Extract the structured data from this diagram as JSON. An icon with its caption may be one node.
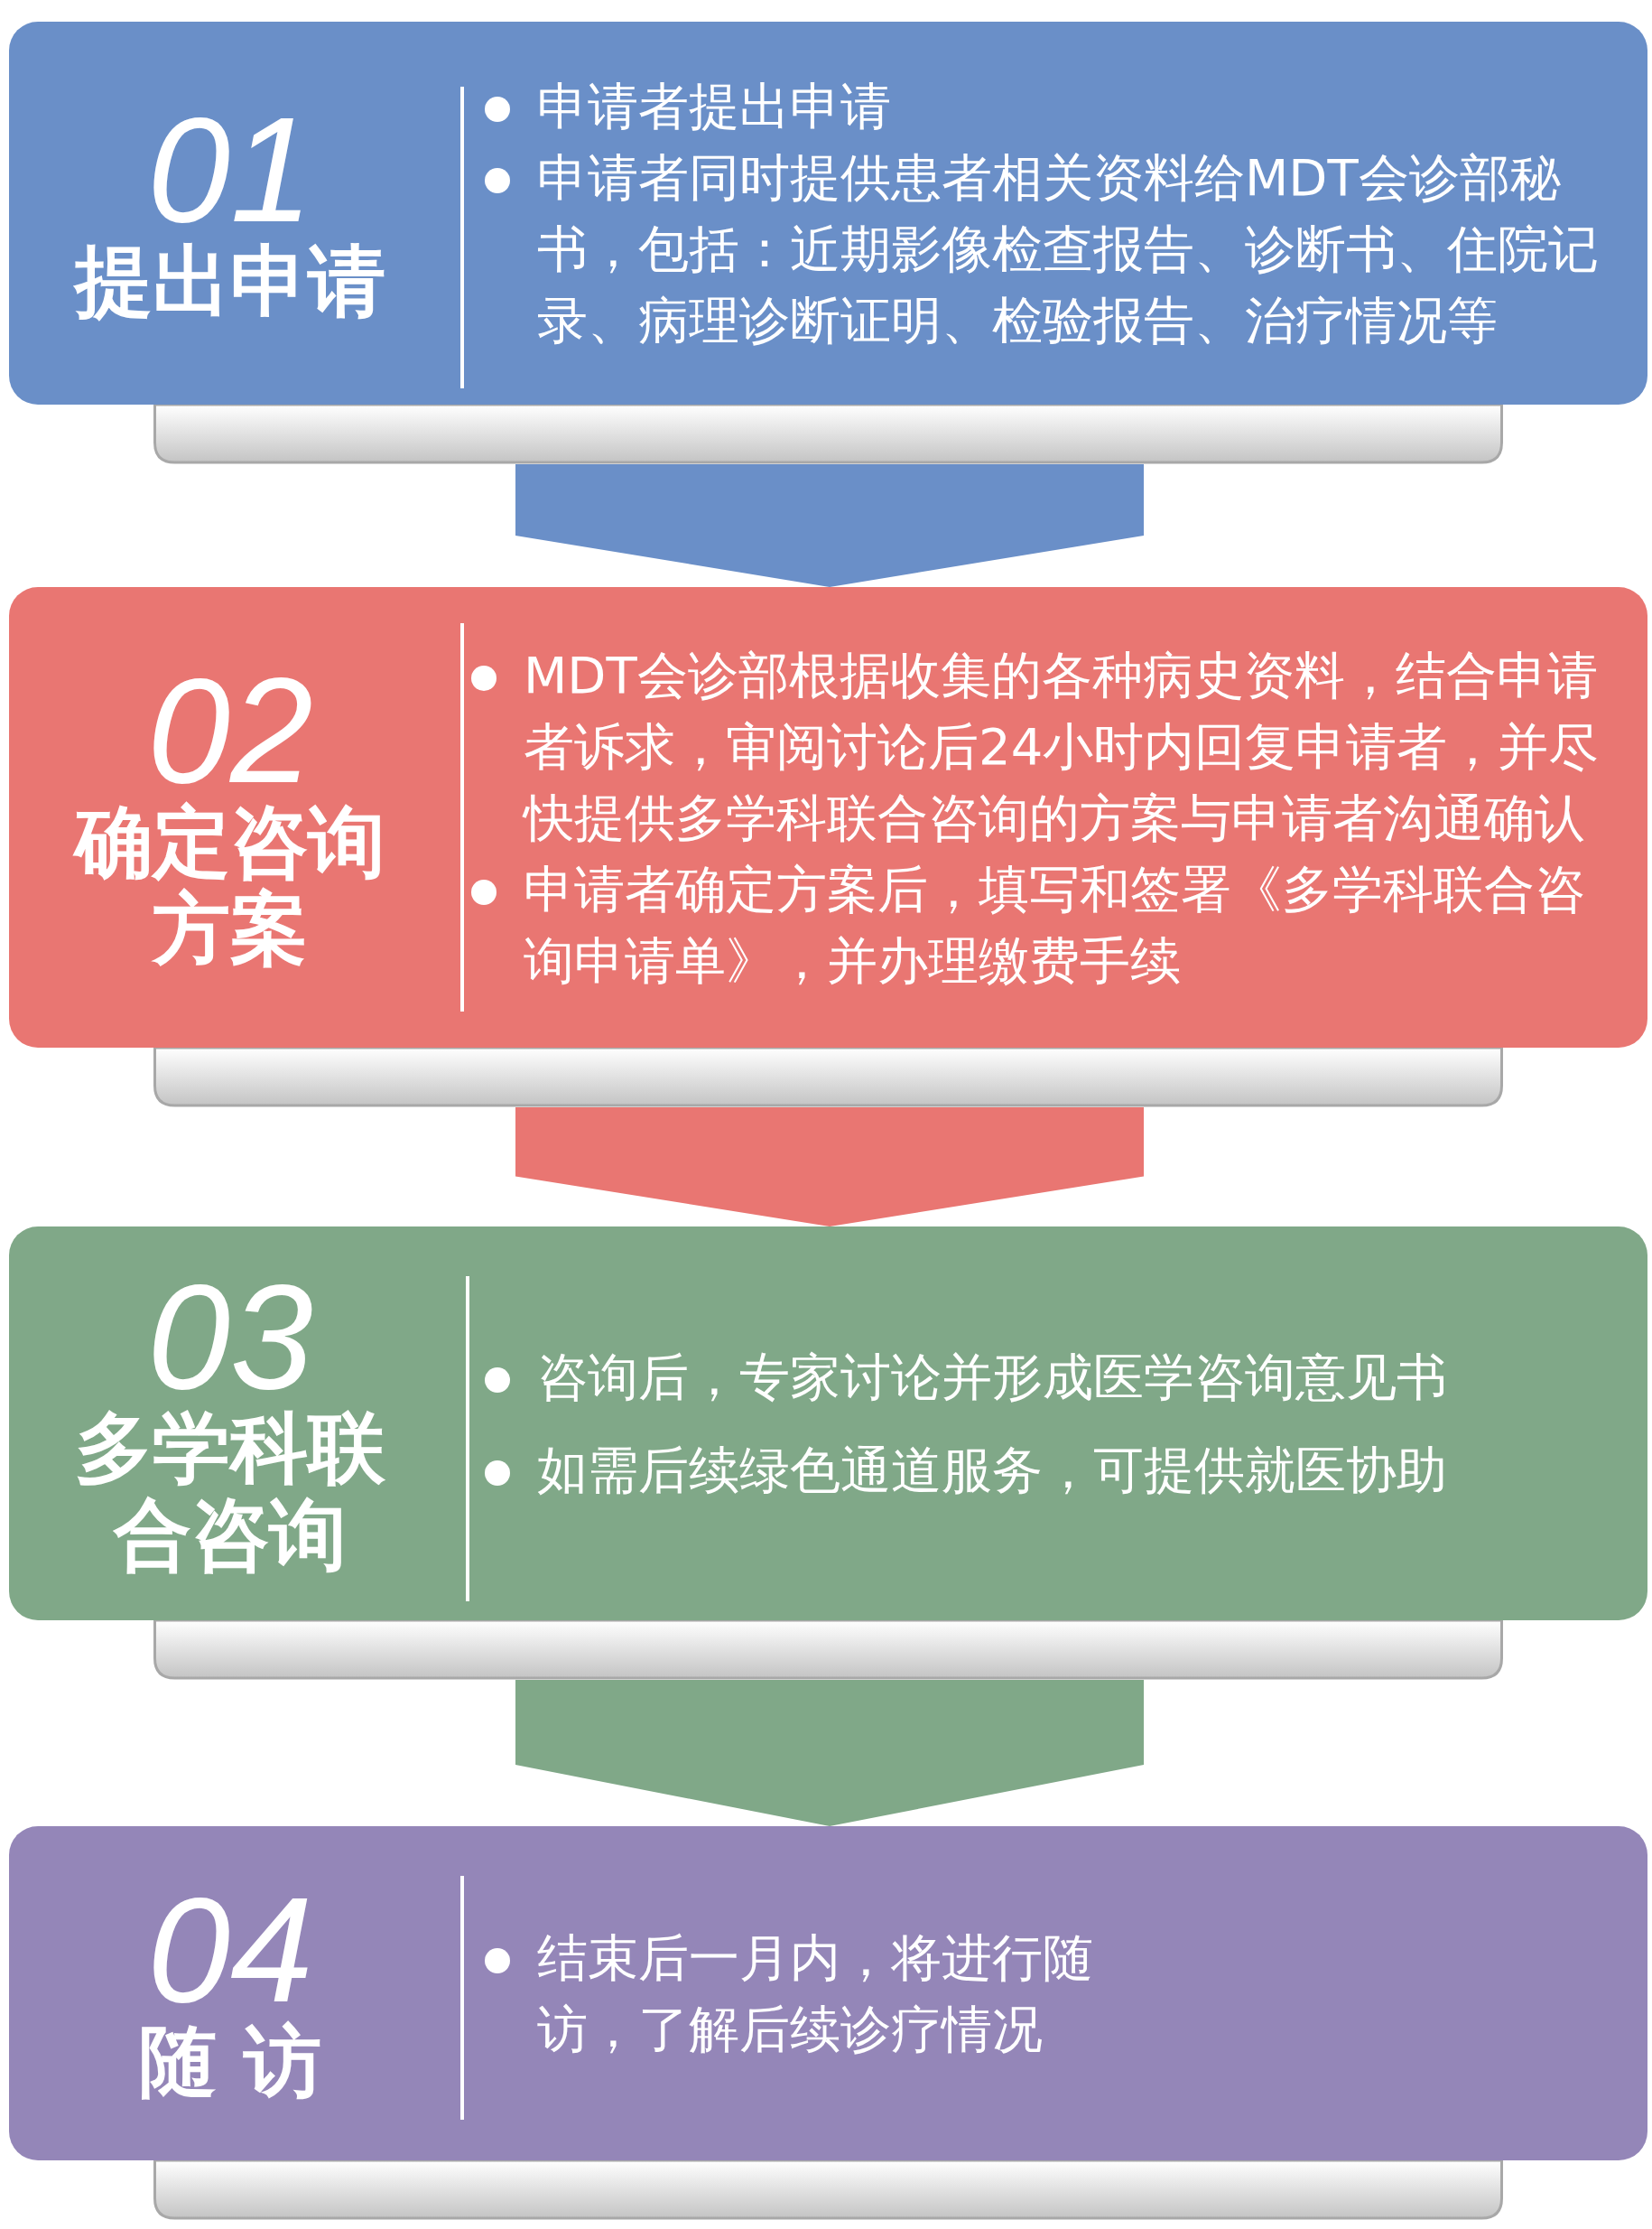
{
  "diagram": {
    "nodes": [
      {
        "text": [
          "01",
          "提出申请",
          "申请者提出申请",
          "申请者同时提供患者相关资料给MDT会诊部秘书，包括：近期影像检查报告、诊断书、住院记录、病理诊断证明、检验报告、治疗情况等"
        ]
      },
      {
        "text": [
          "02",
          "确定咨询方案",
          "MDT会诊部根据收集的各种病史资料，结合申请者诉求，审阅讨论后24小时内回复申请者，并尽快提供多学科联合咨询的方案与申请者沟通确认",
          "申请者确定方案后，填写和签署《多学科联合咨询申请单》，并办理缴费手续"
        ]
      },
      {
        "text": [
          "03",
          "多学科联合咨询",
          "咨询后，专家讨论并形成医学咨询意见书",
          "如需后续绿色通道服务，可提供就医协助"
        ]
      },
      {
        "text": [
          "04",
          "随 访",
          "结束后一月内，将进行随访，了解后续诊疗情况"
        ]
      },
      {
        "text": [],
        "shape": "bar"
      },
      {
        "text": [],
        "shape": "bar"
      },
      {
        "text": [],
        "shape": "bar"
      },
      {
        "text": [],
        "shape": "bar"
      }
    ],
    "edges": [
      {
        "from": 4,
        "to": 1,
        "arrow": "to"
      },
      {
        "from": 5,
        "to": 2,
        "arrow": "to"
      },
      {
        "from": 6,
        "to": 3,
        "arrow": "to"
      }
    ]
  }
}
